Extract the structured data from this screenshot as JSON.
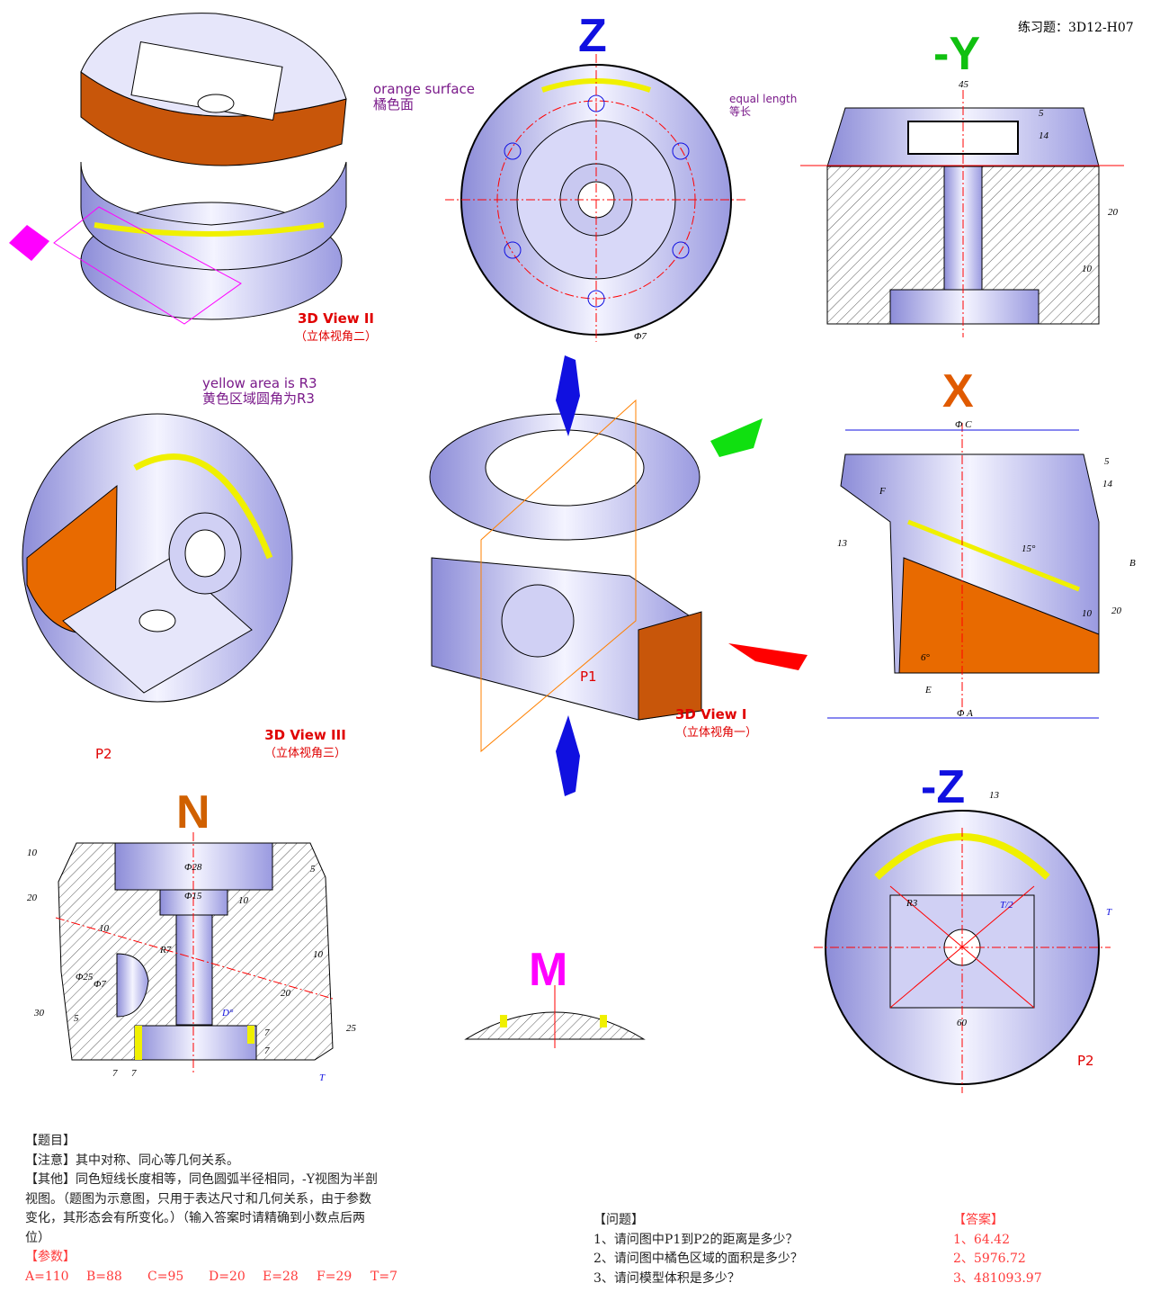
{
  "title": "练习题：3D12-H07",
  "axes": {
    "z": "Z",
    "neg_y": "-Y",
    "x": "X",
    "neg_z": "-Z",
    "n": "N",
    "m": "M"
  },
  "annotations": {
    "orange_en": "orange surface",
    "orange_cn": "橘色面",
    "equal_en": "equal length",
    "equal_cn": "等长",
    "yellow_en": "yellow area is R3",
    "yellow_cn": "黄色区域圆角为R3",
    "p1": "P1",
    "p2": "P2",
    "p2b": "P2"
  },
  "views": {
    "v2": {
      "label": "3D View II",
      "sub": "（立体视角二）"
    },
    "v3": {
      "label": "3D View III",
      "sub": "（立体视角三）"
    },
    "v1": {
      "label": "3D View I",
      "sub": "（立体视角一）"
    }
  },
  "dims": {
    "z_phi7": "Φ7",
    "y_45": "45",
    "y_5": "5",
    "y_14": "14",
    "y_20": "20",
    "y_10": "10",
    "x_phiC": "Φ C",
    "x_5": "5",
    "x_14": "14",
    "x_F": "F",
    "x_13": "13",
    "x_15deg": "15°",
    "x_B": "B",
    "x_10": "10",
    "x_20": "20",
    "x_6deg": "6°",
    "x_E": "E",
    "x_phiA": "Φ A",
    "n_10a": "10",
    "n_20a": "20",
    "n_phi28": "Φ28",
    "n_phi15": "Φ15",
    "n_10b": "10",
    "n_5": "5",
    "n_10c": "10",
    "n_R7": "R7",
    "n_phi25": "Φ25",
    "n_phi7": "Φ7",
    "n_10d": "10",
    "n_20b": "20",
    "n_30": "30",
    "n_5b": "5",
    "n_D": "D°",
    "n_7a": "7",
    "n_7b": "7",
    "n_25": "25",
    "n_7c": "7",
    "n_7d": "7",
    "n_T": "T",
    "nz_13": "13",
    "nz_R3": "R3",
    "nz_T2": "T/2",
    "nz_T": "T",
    "nz_60": "60"
  },
  "text": {
    "heading": "【题目】",
    "note": "【注意】其中对称、同心等几何关系。",
    "other": [
      "【其他】同色短线长度相等，同色圆弧半径相同，-Y视图为半剖",
      "视图。（题图为示意图，只用于表达尺寸和几何关系，由于参数",
      "变化，其形态会有所变化。）（输入答案时请精确到小数点后两",
      "位）"
    ],
    "params_heading": "【参数】",
    "params": [
      "A=110",
      "B=88",
      "C=95",
      "D=20",
      "E=28",
      "F=29",
      "T=7"
    ]
  },
  "questions": {
    "heading": "【问题】",
    "items": [
      "1、请问图中P1到P2的距离是多少？",
      "2、请问图中橘色区域的面积是多少？",
      "3、请问模型体积是多少？"
    ]
  },
  "answers": {
    "heading": "【答案】",
    "items": [
      "1、64.42",
      "2、5976.72",
      "3、481093.97"
    ]
  },
  "colors": {
    "body": "#b8b8f0",
    "orange": "#c8560a",
    "yellow": "#f0f000",
    "axis_blue": "#1010e0",
    "axis_green": "#10c010",
    "axis_orange": "#e05a00",
    "magenta": "#ff00ff",
    "red": "#ff0000"
  }
}
